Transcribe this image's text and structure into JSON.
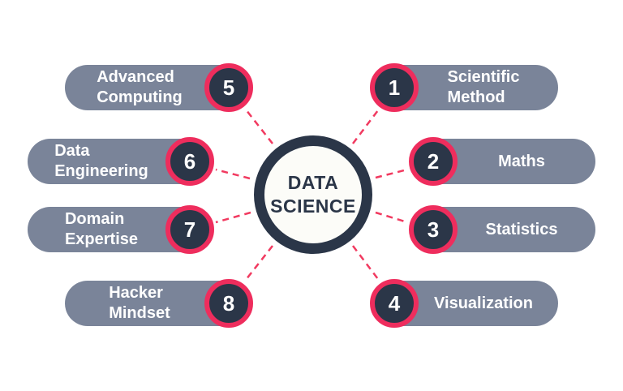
{
  "diagram": {
    "name": "Data Science components diagram",
    "center": {
      "line1": "DATA",
      "line2": "SCIENCE"
    },
    "items": [
      {
        "number": "1",
        "label": "Scientific Method",
        "line1": "Scientific",
        "line2": "Method",
        "side": "right"
      },
      {
        "number": "2",
        "label": "Maths",
        "line1": "Maths",
        "line2": "",
        "side": "right"
      },
      {
        "number": "3",
        "label": "Statistics",
        "line1": "Statistics",
        "line2": "",
        "side": "right"
      },
      {
        "number": "4",
        "label": "Visualization",
        "line1": "Visualization",
        "line2": "",
        "side": "right"
      },
      {
        "number": "5",
        "label": "Advanced Computing",
        "line1": "Advanced",
        "line2": "Computing",
        "side": "left"
      },
      {
        "number": "6",
        "label": "Data Engineering",
        "line1": "Data",
        "line2": "Engineering",
        "side": "left"
      },
      {
        "number": "7",
        "label": "Domain Expertise",
        "line1": "Domain",
        "line2": "Expertise",
        "side": "left"
      },
      {
        "number": "8",
        "label": "Hacker Mindset",
        "line1": "Hacker",
        "line2": "Mindset",
        "side": "left"
      }
    ]
  },
  "colors": {
    "background": "#ffffff",
    "pill_fill": "#7a8499",
    "pill_text": "#ffffff",
    "badge_ring": "#ee2d5d",
    "badge_fill": "#2b3648",
    "badge_text": "#ffffff",
    "circle_ring": "#2b3648",
    "circle_fill": "#fcfcf8",
    "circle_text": "#2b3648",
    "connector": "#f13a60"
  }
}
